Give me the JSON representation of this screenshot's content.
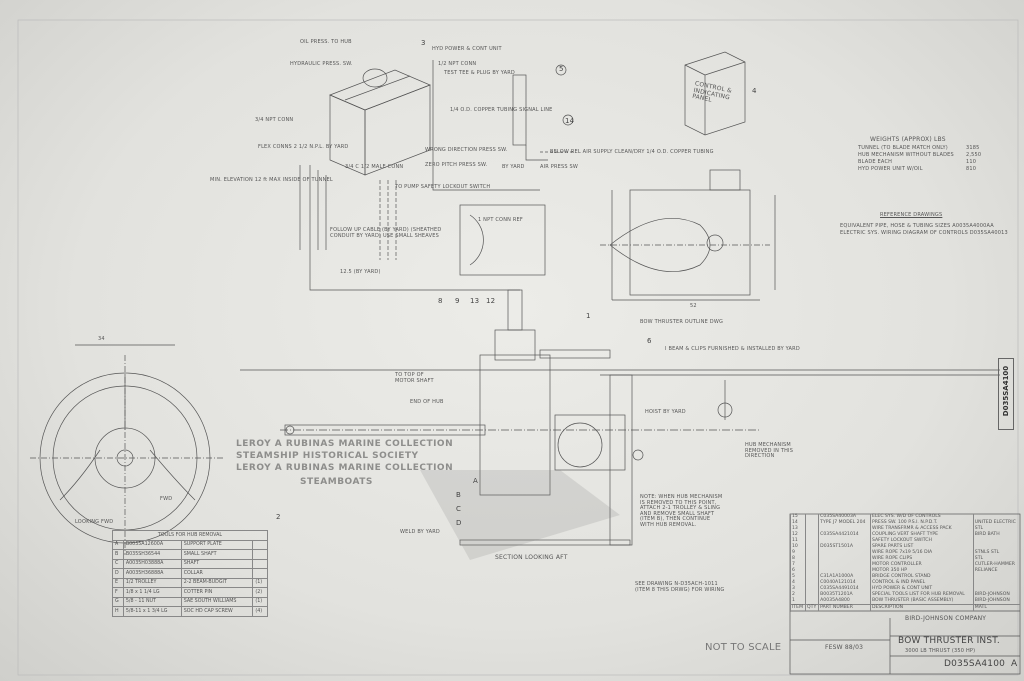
{
  "drawing": {
    "number": "D035SA4100",
    "revision": "A",
    "title": "BOW THRUSTER INST.",
    "subtitle": "3000 LB THRUST (350 HP)",
    "company": "BIRD-JOHNSON COMPANY",
    "not_to_scale": "NOT TO SCALE",
    "revision_note": "FESW 88/03",
    "watermarks": [
      "LEROY A RUBINAS MARINE COLLECTION",
      "STEAMSHIP HISTORICAL SOCIETY",
      "LEROY A RUBINAS MARINE COLLECTION",
      "STEAMBOATS"
    ]
  },
  "callouts": {
    "oil_press": "OIL PRESS. TO HUB",
    "hyd_press_sw": "HYDRAULIC PRESS. SW.",
    "hyd_power_unit": "HYD POWER & CONT UNIT",
    "npt_conn": "1/2 NPT CONN",
    "test_tee": "TEST TEE & PLUG BY YARD",
    "copper_tubing": "1/4 O.D. COPPER TUBING SIGNAL LINE",
    "npt_conn2": "3/4 NPT CONN",
    "flex_conns": "FLEX CONNS 2 1/2 N.P.L. BY YARD",
    "wrong_dir": "WRONG DIRECTION PRESS SW.",
    "zero_pitch": "ZERO PITCH PRESS SW.",
    "male_conn": "3/4 C 1/2 MALE CONN",
    "pump_lockout": "TO PUMP SAFETY LOCKOUT SWITCH",
    "air_supply": "BELOW REL AIR SUPPLY CLEAN/DRY 1/4 O.D. COPPER TUBING",
    "air_press_sw": "AIR PRESS SW",
    "by_yard": "BY YARD",
    "min_elevation": "MIN. ELEVATION 12 ft MAX INSIDE OF TUNNEL",
    "follow_up": "FOLLOW UP CABLE (BY YARD) (SHEATHED CONDUIT BY YARD) USE SMALL SHEAVES",
    "yard_dim": "12.5 (BY YARD)",
    "control_panel": "CONTROL & INDICATING PANEL",
    "outline_dwg": "BOW THRUSTER OUTLINE DWG",
    "section": "SECTION LOOKING AFT",
    "looking_fwd": "LOOKING FWD",
    "weld_by_yard": "WELD BY YARD",
    "hoist": "HOIST BY YARD",
    "hub_mech": "HUB MECHANISM REMOVED IN THIS DIRECTION",
    "beam_clips": "I BEAM & CLIPS FURNISHED & INSTALLED BY YARD",
    "motor_shaft": "TO TOP OF MOTOR SHAFT",
    "end_of_hub": "END OF HUB",
    "npt_conn3": "1 NPT CONN REF",
    "note": "NOTE: WHEN HUB MECHANISM IS REMOVED TO THIS POINT, ATTACH 2-1 TROLLEY & SLING AND REMOVE SMALL SHAFT (ITEM B), THEN CONTINUE WITH HUB REMOVAL.",
    "wiring_note": "SEE DRAWING N-D35ACH-1011 (ITEM 8 THIS DRWG) FOR WIRING",
    "fwd": "FWD",
    "dim_34": "34",
    "dim_52": "52"
  },
  "weights": {
    "title": "WEIGHTS (APPROX) LBS",
    "rows": [
      [
        "TUNNEL (TO BLADE MATCH ONLY)",
        "3185"
      ],
      [
        "HUB MECHANISM WITHOUT BLADES",
        "2,550"
      ],
      [
        "BLADE EACH",
        "110"
      ],
      [
        "HYD POWER UNIT W/OIL",
        "810"
      ]
    ]
  },
  "reference": {
    "title": "REFERENCE DRAWINGS",
    "rows": [
      "EQUIVALENT PIPE, HOSE & TUBING SIZES A0035A4000AA",
      "ELECTRIC SYS. WIRING DIAGRAM OF CONTROLS D035SA40013"
    ]
  },
  "tools": {
    "title": "TOOLS FOR HUB REMOVAL",
    "rows": [
      [
        "A",
        "B0035A12600A",
        "SUPPORT PLATE",
        ""
      ],
      [
        "B",
        "B035SH36544",
        "SMALL SHAFT",
        ""
      ],
      [
        "C",
        "A0035H03888A",
        "SHAFT",
        ""
      ],
      [
        "D",
        "A0035H36888A",
        "COLLAR",
        ""
      ],
      [
        "E",
        "1/2 TROLLEY",
        "2-2 BEAM-BUDGIT",
        "(1)"
      ],
      [
        "F",
        "1/8 x 1 1/4 LG",
        "COTTER PIN",
        "(2)"
      ],
      [
        "G",
        "5/8 - 11 NUT",
        "SAE SOUTH WILLIAMS",
        "(1)"
      ],
      [
        "H",
        "5/8-11 x 1 3/4 LG",
        "SOC HD CAP SCREW",
        "(4)"
      ]
    ]
  },
  "parts_list": {
    "headers": [
      "ITEM",
      "QTY",
      "PART NUMBER",
      "DESCRIPTION",
      "MATL"
    ],
    "rows": [
      [
        "15",
        "",
        "C035SA40003A",
        "ELEC SYS. W/D OF CONTROLS",
        ""
      ],
      [
        "14",
        "",
        "TYPE J7 MODEL 204",
        "PRESS SW. 100 P.S.I. N.P.D.T.",
        "UNITED ELECTRIC"
      ],
      [
        "13",
        "",
        "",
        "WIRE TRANSFRMR & ACCESS PACK",
        "STL"
      ],
      [
        "12",
        "",
        "C035SA4421014",
        "COUPLING VERT SHAFT TYPE",
        "BIRD BATH"
      ],
      [
        "11",
        "",
        "",
        "SAFETY LOCKOUT SWITCH",
        ""
      ],
      [
        "10",
        "",
        "D035ST1501A",
        "SPARE PARTS LIST",
        ""
      ],
      [
        "9",
        "",
        "",
        "WIRE ROPE 7x19 5/16 DIA",
        "STNLS STL"
      ],
      [
        "8",
        "",
        "",
        "WIRE ROPE CLIPS",
        "STL"
      ],
      [
        "7",
        "",
        "",
        "MOTOR CONTROLLER",
        "CUTLER-HAMMER"
      ],
      [
        "6",
        "",
        "",
        "MOTOR 350 HP",
        "RELIANCE"
      ],
      [
        "5",
        "",
        "C31A1A1000A",
        "BRIDGE CONTROL STAND",
        ""
      ],
      [
        "4",
        "",
        "C0040A121014",
        "CONTROL & IND PANEL",
        ""
      ],
      [
        "3",
        "",
        "C035SA4491014",
        "HYD POWER & CONT UNIT",
        ""
      ],
      [
        "2",
        "",
        "B0035T1201A",
        "SPECIAL TOOLS LIST FOR HUB REMOVAL",
        "BIRD-JOHNSON"
      ],
      [
        "1",
        "",
        "A0035A4800",
        "BOW THRUSTER (BASIC ASSEMBLY)",
        "BIRD-JOHNSON"
      ]
    ]
  },
  "item_numbers": [
    "3",
    "5",
    "14",
    "4",
    "8",
    "9",
    "13",
    "12",
    "1",
    "6",
    "2",
    "A",
    "B",
    "C",
    "D"
  ]
}
